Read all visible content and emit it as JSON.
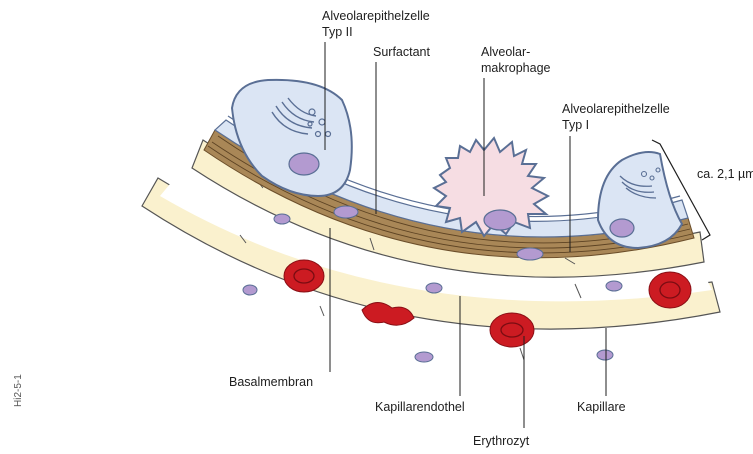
{
  "figure_id": "Hi2-5-1",
  "labels": {
    "type2_line1": "Alveolarepithelzelle",
    "type2_line2": "Typ II",
    "surfactant": "Surfactant",
    "macrophage_line1": "Alveolar-",
    "macrophage_line2": "makrophage",
    "type1_line1": "Alveolarepithelzelle",
    "type1_line2": "Typ I",
    "thickness": "ca. 2,1 µm",
    "basalmembran": "Basalmembran",
    "kapillarendothel": "Kapillarendothel",
    "erythrozyt": "Erythrozyt",
    "kapillare": "Kapillare"
  },
  "colors": {
    "epithelium": "#dbe5f4",
    "epithelium_outline": "#5a6f95",
    "nucleus": "#b39ad0",
    "macrophage": "#f6dde3",
    "basement_membrane": "#8b6a3e",
    "endothelium": "#faf1ce",
    "capillary_lumen": "#ffffff",
    "erythrocyte": "#cc1b22",
    "text": "#1e1e1e"
  }
}
